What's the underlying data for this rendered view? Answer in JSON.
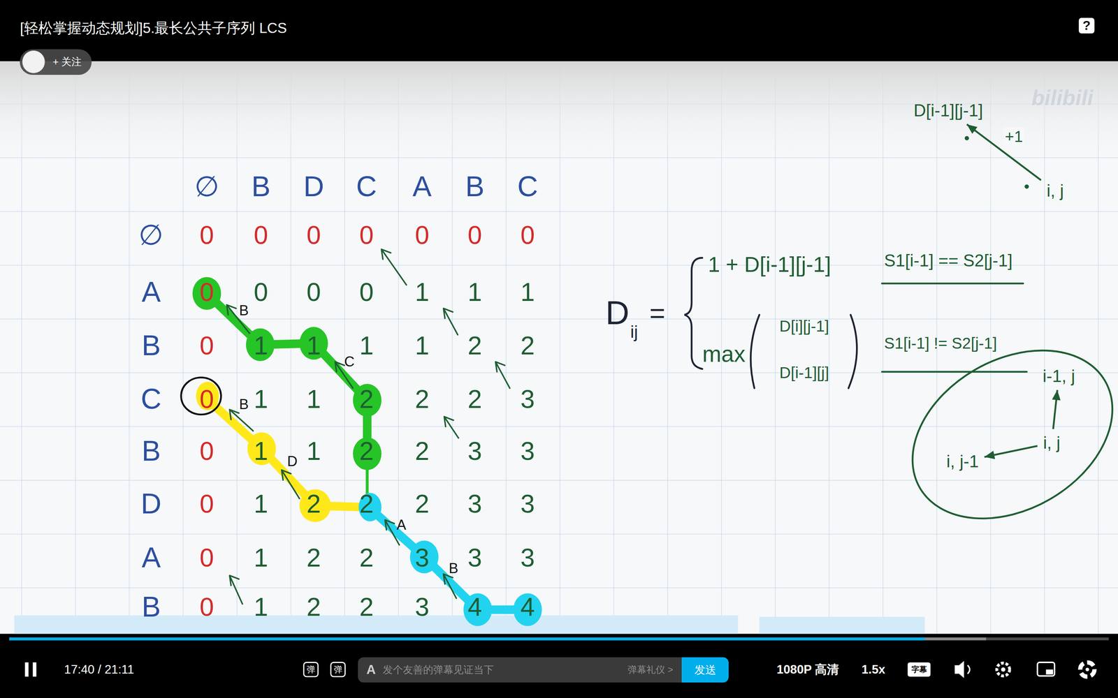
{
  "diagram": {
    "title": "[轻松掌握动态规划]5.最长公共子序列 LCS",
    "nodes": [
      {
        "text": [
          "+ 关注"
        ]
      },
      {
        "text": [
          "D[i-1][j-1]"
        ]
      },
      {
        "text": [
          "i, j"
        ]
      },
      {
        "text": [
          "i-1, j"
        ]
      },
      {
        "text": [
          "i, j"
        ]
      },
      {
        "text": [
          "i, j-1"
        ]
      },
      {
        "text": [
          "A",
          "发个友善的弹幕见证当下",
          "弹幕礼仪 >"
        ]
      },
      {
        "text": [
          "发送"
        ],
        "in": 6
      }
    ],
    "edges": [
      {
        "from": 2,
        "to": 1,
        "arrow": "to",
        "label": "+1"
      },
      {
        "from": 4,
        "to": 3,
        "arrow": "to"
      },
      {
        "from": 4,
        "to": 5,
        "arrow": "to"
      }
    ],
    "labels": [
      "?",
      "bilibili",
      "∅",
      "B",
      "D",
      "C",
      "A",
      "B",
      "C",
      "∅",
      "A",
      "B",
      "C",
      "B",
      "D",
      "A",
      "B",
      "0",
      "0",
      "0",
      "0",
      "0",
      "0",
      "0",
      "0",
      "0",
      "0",
      "0",
      "1",
      "1",
      "1",
      "0",
      "1",
      "1",
      "1",
      "1",
      "2",
      "2",
      "0",
      "1",
      "1",
      "2",
      "2",
      "2",
      "3",
      "0",
      "1",
      "1",
      "2",
      "2",
      "3",
      "3",
      "0",
      "1",
      "2",
      "2",
      "2",
      "3",
      "3",
      "0",
      "1",
      "2",
      "2",
      "3",
      "3",
      "3",
      "0",
      "1",
      "2",
      "2",
      "3",
      "4",
      "4",
      "B",
      "C",
      "B",
      "D",
      "A",
      "B",
      "D",
      "ij",
      "=",
      "1 + D[i-1][j-1]",
      "S1[i-1] == S2[j-1]",
      "max",
      "D[i][j-1]",
      "D[i-1][j]",
      "S1[i-1] != S2[j-1]",
      "17:40 / 21:11",
      "弹",
      "弹",
      "1080P 高清",
      "1.5x",
      "字幕"
    ]
  }
}
